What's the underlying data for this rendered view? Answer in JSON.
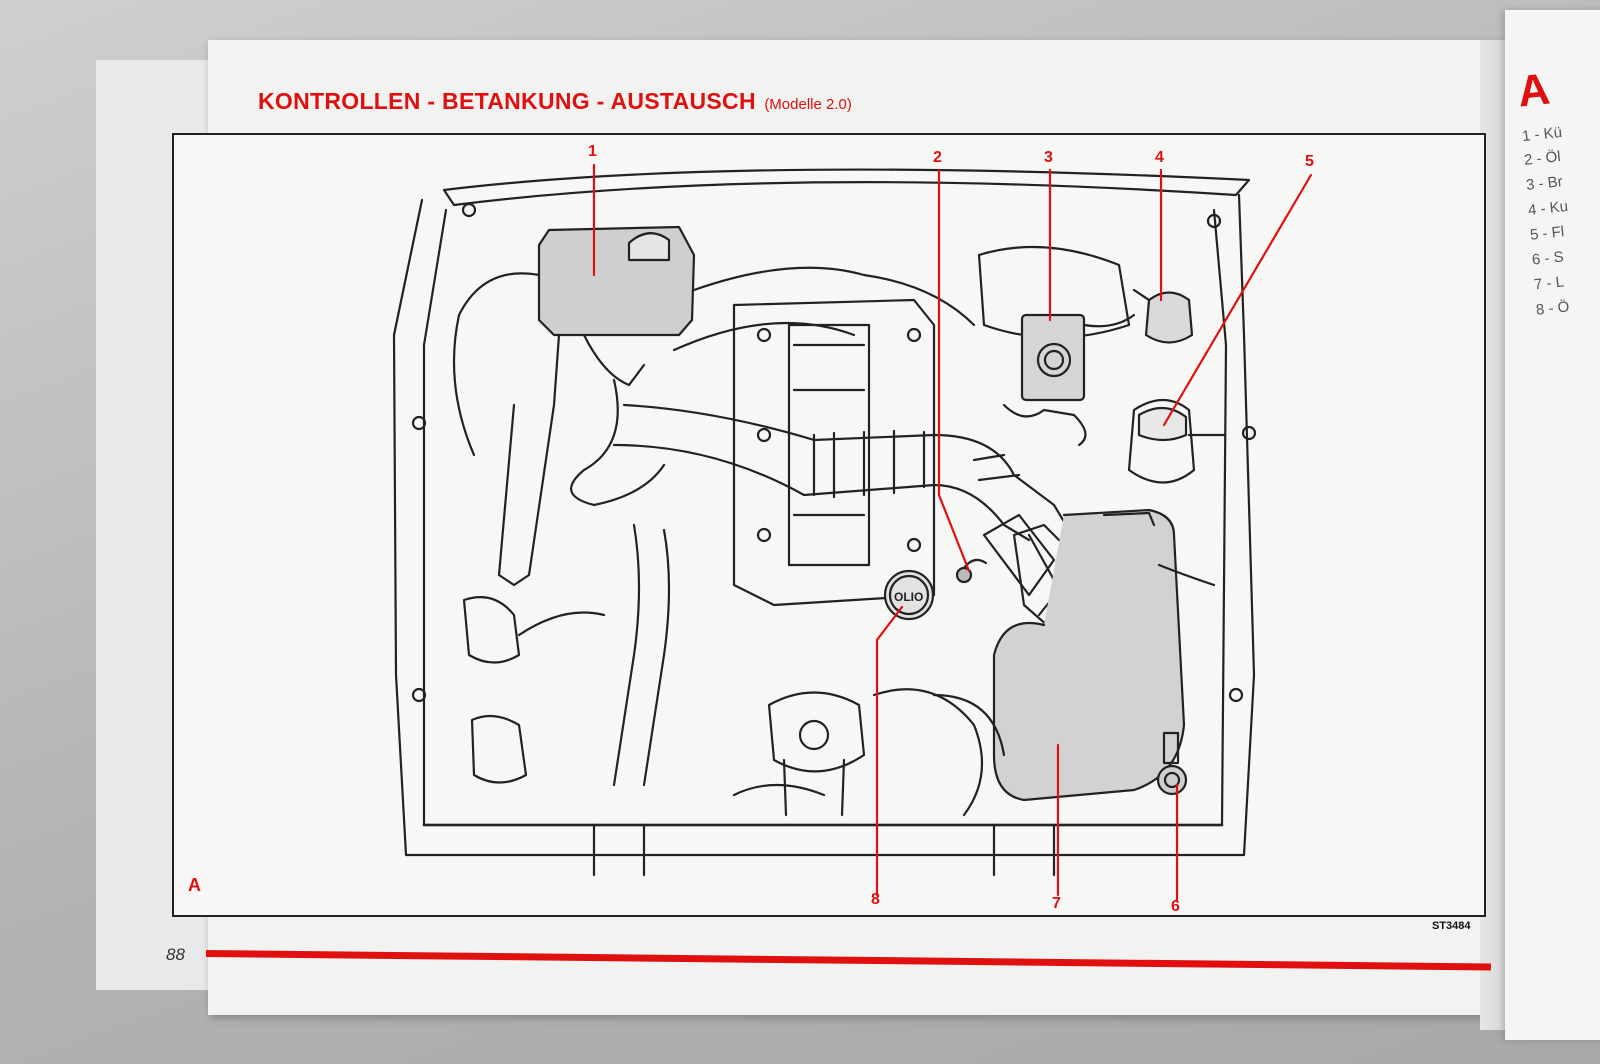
{
  "page": {
    "heading_main": "KONTROLLEN - BETANKUNG - AUSTAUSCH",
    "heading_sub": "(Modelle 2.0)",
    "figure_letter": "A",
    "figure_code": "ST3484",
    "page_number": "88",
    "accent_color": "#e01010"
  },
  "callouts": [
    "1",
    "2",
    "3",
    "4",
    "5",
    "6",
    "7",
    "8"
  ],
  "oil_cap_text": "OLIO",
  "right_page": {
    "letter": "A",
    "items": [
      "1 - Kü",
      "2 - Öl",
      "3 - Br",
      "4 - Ku",
      "5 - Fl",
      "6 - S",
      "7 - L",
      "8 - Ö"
    ]
  }
}
